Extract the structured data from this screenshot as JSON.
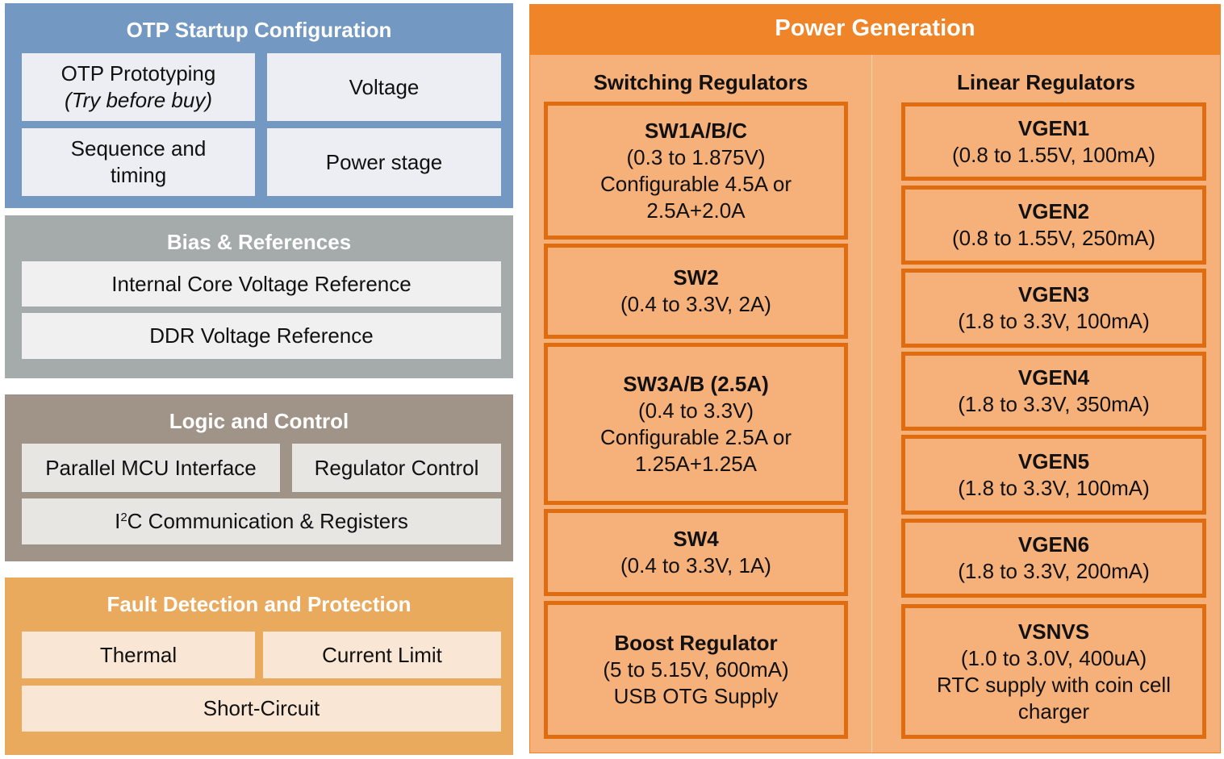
{
  "otp": {
    "title": "OTP Startup Configuration",
    "prototyping": "OTP Prototyping",
    "try_before_buy": "(Try before buy)",
    "voltage": "Voltage",
    "sequence_line1": "Sequence and",
    "sequence_line2": "timing",
    "power_stage": "Power stage"
  },
  "bias": {
    "title": "Bias & References",
    "internal_ref": "Internal Core Voltage Reference",
    "ddr_ref": "DDR Voltage Reference"
  },
  "logic": {
    "title": "Logic and Control",
    "mcu": "Parallel MCU Interface",
    "reg_control": "Regulator Control",
    "i2c_prefix": "I",
    "i2c_sup": "2",
    "i2c_rest": "C Communication & Registers"
  },
  "fault": {
    "title": "Fault Detection and Protection",
    "thermal": "Thermal",
    "current_limit": "Current Limit",
    "short_circuit": "Short-Circuit"
  },
  "power": {
    "title": "Power Generation",
    "switching_title": "Switching Regulators",
    "linear_title": "Linear Regulators",
    "switching": [
      {
        "name": "SW1A/B/C",
        "lines": [
          "(0.3 to 1.875V)",
          "Configurable 4.5A or",
          "2.5A+2.0A"
        ]
      },
      {
        "name": "SW2",
        "lines": [
          "(0.4 to 3.3V, 2A)"
        ]
      },
      {
        "name": "SW3A/B (2.5A)",
        "lines": [
          "(0.4 to 3.3V)",
          "Configurable 2.5A or",
          "1.25A+1.25A"
        ]
      },
      {
        "name": "SW4",
        "lines": [
          "(0.4 to 3.3V, 1A)"
        ]
      },
      {
        "name": "Boost Regulator",
        "lines": [
          "(5 to 5.15V, 600mA)",
          "USB OTG Supply"
        ]
      }
    ],
    "linear": [
      {
        "name": "VGEN1",
        "lines": [
          "(0.8 to 1.55V, 100mA)"
        ]
      },
      {
        "name": "VGEN2",
        "lines": [
          "(0.8 to 1.55V, 250mA)"
        ]
      },
      {
        "name": "VGEN3",
        "lines": [
          "(1.8 to 3.3V, 100mA)"
        ]
      },
      {
        "name": "VGEN4",
        "lines": [
          "(1.8 to 3.3V, 350mA)"
        ]
      },
      {
        "name": "VGEN5",
        "lines": [
          "(1.8 to 3.3V, 100mA)"
        ]
      },
      {
        "name": "VGEN6",
        "lines": [
          "(1.8 to 3.3V, 200mA)"
        ]
      },
      {
        "name": "VSNVS",
        "lines": [
          "(1.0 to 3.0V, 400uA)",
          "RTC supply with coin cell",
          "charger"
        ]
      }
    ]
  },
  "colors": {
    "otp_panel": "#7398c2",
    "otp_cell": "#eceef4",
    "bias_panel": "#a5abab",
    "bias_cell": "#f0f0f0",
    "logic_panel": "#a09387",
    "logic_cell": "#e8e6e3",
    "fault_panel": "#e9aa5e",
    "fault_cell": "#f9e6d4",
    "power_header": "#ef8528",
    "power_body": "#f6b07a",
    "reg_border": "#e06c10"
  }
}
